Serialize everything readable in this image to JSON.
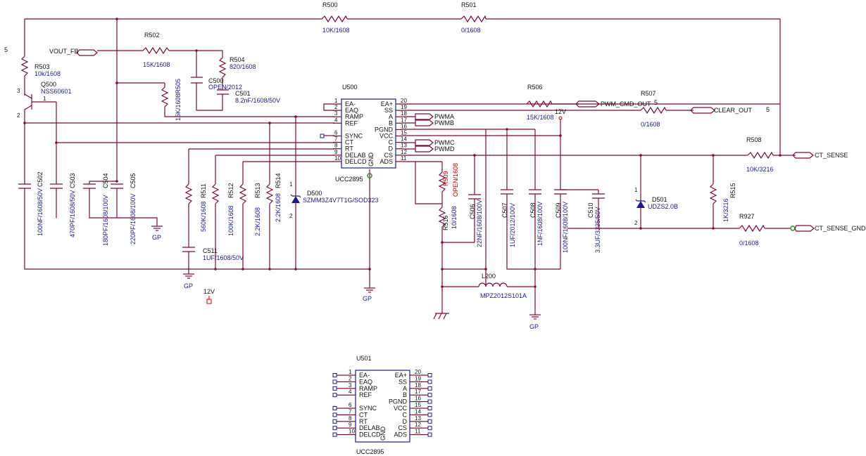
{
  "colors": {
    "wire": "#7a0b3a",
    "text": "#1a1a8a",
    "red_text": "#c00000"
  },
  "sheet_marks": [
    "5",
    "5",
    "5"
  ],
  "nets": {
    "vout_fb": "VOUT_FB",
    "pwm_cmd_out": "PWM_CMD_OUT",
    "clear_out": "CLEAR_OUT",
    "ct_sense": "CT_SENSE",
    "ct_sense_gnd": "CT_SENSE_GND",
    "pwma": "PWMA",
    "pwmb": "PWMB",
    "pwmc": "PWMC",
    "pwmd": "PWMD",
    "v12_a": "12V",
    "v12_b": "12V",
    "gp_1": "GP",
    "gp_2": "GP",
    "gp_3": "GP",
    "gp_4": "GP"
  },
  "components": {
    "r500": {
      "ref": "R500",
      "value": "10K/1608"
    },
    "r501": {
      "ref": "R501",
      "value": "0/1608"
    },
    "r502": {
      "ref": "R502",
      "value": "15K/1608"
    },
    "r503": {
      "ref": "R503",
      "value": "10k/1608"
    },
    "r504": {
      "ref": "R504",
      "value": "820/1608"
    },
    "r505": {
      "ref": "R505",
      "value": "15K/1608"
    },
    "r506": {
      "ref": "R506",
      "value": "15K/1608"
    },
    "r507": {
      "ref": "R507",
      "value": "0/1608"
    },
    "r508": {
      "ref": "R508",
      "value": "10K/3216"
    },
    "r509": {
      "ref": "R509",
      "value": "OPEN/1608"
    },
    "r511": {
      "ref": "R511",
      "value": "560K/1608"
    },
    "r512": {
      "ref": "R512",
      "value": "100K/1608"
    },
    "r513": {
      "ref": "R513",
      "value": "2.2K/1608"
    },
    "r514": {
      "ref": "R514",
      "value": "2.2K/1608"
    },
    "r515": {
      "ref": "R515",
      "value": "1K/3216"
    },
    "r516": {
      "ref": "R516",
      "value": "10/1608"
    },
    "r927": {
      "ref": "R927",
      "value": "0/1608"
    },
    "q500": {
      "ref": "Q500",
      "value": "NSS60601"
    },
    "c500": {
      "ref": "C500",
      "value": "OPEN/2012"
    },
    "c501": {
      "ref": "C501",
      "value": "8.2nF/1608/50V"
    },
    "c502": {
      "ref": "C502",
      "value": "100NF/1608/50V"
    },
    "c503": {
      "ref": "C503",
      "value": "470PF/1608/50V"
    },
    "c504": {
      "ref": "C504",
      "value": "180PF/1608/100V"
    },
    "c505": {
      "ref": "C505",
      "value": "220PF/1608/100V"
    },
    "c506": {
      "ref": "C506",
      "value": "22NF/1608/100V"
    },
    "c507": {
      "ref": "C507",
      "value": "1UF/2012/100V"
    },
    "c508": {
      "ref": "C508",
      "value": "1NF/1608/100V"
    },
    "c509": {
      "ref": "C509",
      "value": "100NF/1608/100V"
    },
    "c510": {
      "ref": "C510",
      "value": "3.3UF/3225/50V"
    },
    "c511": {
      "ref": "C511",
      "value": "1UF/1608/50V"
    },
    "d500": {
      "ref": "D500",
      "value": "SZMM3Z4V7T1G/SOD323"
    },
    "d501": {
      "ref": "D501",
      "value": "UDZS2.0B"
    },
    "l200": {
      "ref": "L200",
      "value": "MPZ2012S101A"
    }
  },
  "u500": {
    "ref": "U500",
    "part": "UCC2895",
    "gnd": "GND",
    "left_pins": [
      {
        "num": "1",
        "name": "EA-"
      },
      {
        "num": "2",
        "name": "EAQ"
      },
      {
        "num": "3",
        "name": "RAMP"
      },
      {
        "num": "4",
        "name": "REF"
      },
      {
        "num": "6",
        "name": "SYNC"
      },
      {
        "num": "7",
        "name": "CT"
      },
      {
        "num": "8",
        "name": "RT"
      },
      {
        "num": "9",
        "name": "DELAB"
      },
      {
        "num": "10",
        "name": "DELCD"
      }
    ],
    "right_pins": [
      {
        "num": "20",
        "name": "EA+"
      },
      {
        "num": "19",
        "name": "SS"
      },
      {
        "num": "18",
        "name": "A"
      },
      {
        "num": "17",
        "name": "B"
      },
      {
        "num": "16",
        "name": "PGND"
      },
      {
        "num": "15",
        "name": "VCC"
      },
      {
        "num": "14",
        "name": "C"
      },
      {
        "num": "13",
        "name": "D"
      },
      {
        "num": "12",
        "name": "CS"
      },
      {
        "num": "11",
        "name": "ADS"
      }
    ]
  },
  "u501": {
    "ref": "U501",
    "part": "UCC2895",
    "gnd": "GND",
    "left_pins": [
      {
        "num": "1",
        "name": "EA-"
      },
      {
        "num": "2",
        "name": "EAQ"
      },
      {
        "num": "3",
        "name": "RAMP"
      },
      {
        "num": "4",
        "name": "REF"
      },
      {
        "num": "6",
        "name": "SYNC"
      },
      {
        "num": "7",
        "name": "CT"
      },
      {
        "num": "8",
        "name": "RT"
      },
      {
        "num": "9",
        "name": "DELAB"
      },
      {
        "num": "10",
        "name": "DELCD"
      }
    ],
    "right_pins": [
      {
        "num": "20",
        "name": "EA+"
      },
      {
        "num": "19",
        "name": "SS"
      },
      {
        "num": "18",
        "name": "A"
      },
      {
        "num": "17",
        "name": "B"
      },
      {
        "num": "16",
        "name": "PGND"
      },
      {
        "num": "15",
        "name": "VCC"
      },
      {
        "num": "14",
        "name": "C"
      },
      {
        "num": "13",
        "name": "D"
      },
      {
        "num": "12",
        "name": "CS"
      },
      {
        "num": "11",
        "name": "ADS"
      }
    ]
  },
  "pin_numbers": {
    "q500_3": "3",
    "q500_2": "2",
    "q500_1": "1",
    "d500_1": "1",
    "d500_2": "2",
    "d501_1": "1",
    "d501_2": "2"
  }
}
